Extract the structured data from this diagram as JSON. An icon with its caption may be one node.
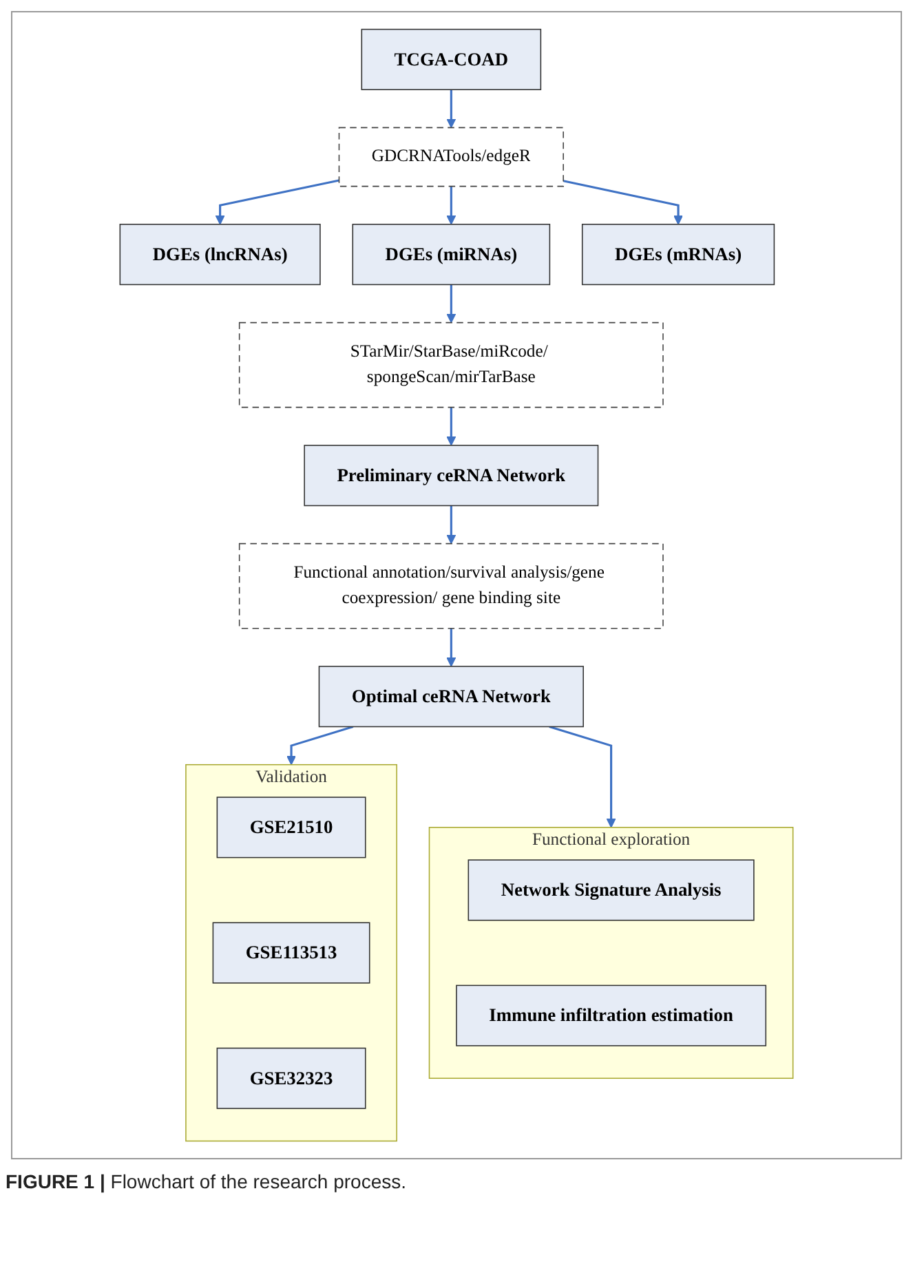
{
  "diagram": {
    "caption": "**FIGURE 1 |** Flowchart of the research process.",
    "nodes": [
      {
        "text": [
          "TCGA-COAD"
        ]
      },
      {
        "text": [
          "GDCRNATools/edgeR"
        ]
      },
      {
        "text": [
          "DGEs (lncRNAs)"
        ]
      },
      {
        "text": [
          "DGEs (miRNAs)"
        ]
      },
      {
        "text": [
          "DGEs (mRNAs)"
        ]
      },
      {
        "text": [
          "STarMir/StarBase/miRcode/ spongeScan/mirTarBase"
        ]
      },
      {
        "text": [
          "Preliminary ceRNA Network"
        ]
      },
      {
        "text": [
          "Functional annotation/survival analysis/gene coexpression/ gene binding site"
        ]
      },
      {
        "text": [
          "Optimal ceRNA Network"
        ]
      },
      {
        "text": [
          "Validation"
        ]
      },
      {
        "text": [
          "GSE21510"
        ],
        "in": 9
      },
      {
        "text": [
          "GSE113513"
        ],
        "in": 9
      },
      {
        "text": [
          "GSE32323"
        ],
        "in": 9
      },
      {
        "text": [
          "Functional exploration"
        ]
      },
      {
        "text": [
          "Network Signature Analysis"
        ],
        "in": 13
      },
      {
        "text": [
          "Immune infiltration estimation"
        ],
        "in": 13
      }
    ],
    "edges": [
      {
        "from": 0,
        "to": 1,
        "arrow": "to"
      },
      {
        "from": 1,
        "to": 2,
        "arrow": "to"
      },
      {
        "from": 1,
        "to": 3,
        "arrow": "to"
      },
      {
        "from": 1,
        "to": 4,
        "arrow": "to"
      },
      {
        "from": 3,
        "to": 5,
        "arrow": "to"
      },
      {
        "from": 5,
        "to": 6,
        "arrow": "to"
      },
      {
        "from": 6,
        "to": 7,
        "arrow": "to"
      },
      {
        "from": 7,
        "to": 8,
        "arrow": "to"
      },
      {
        "from": 8,
        "to": 9,
        "arrow": "to"
      },
      {
        "from": 8,
        "to": 13,
        "arrow": "to"
      }
    ]
  }
}
